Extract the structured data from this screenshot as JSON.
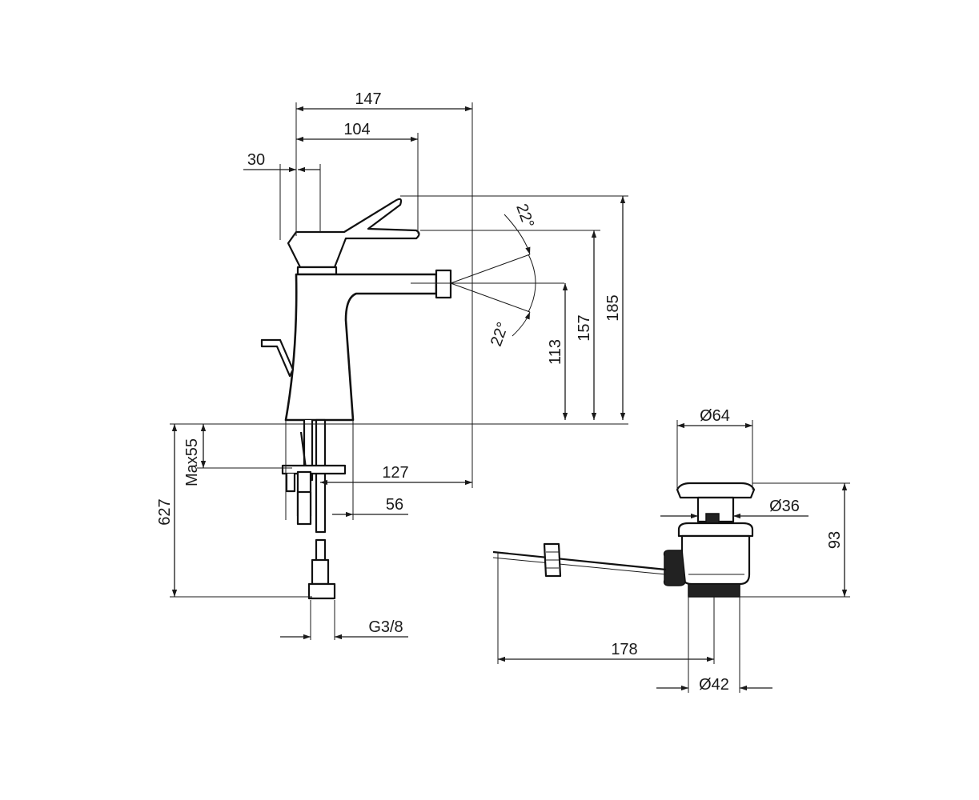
{
  "dimensions": {
    "d147": "147",
    "d104": "104",
    "d30": "30",
    "d22_top": "22°",
    "d22_bottom": "22°",
    "d113": "113",
    "d157": "157",
    "d185": "185",
    "dmax55": "Max55",
    "d627": "627",
    "d127": "127",
    "d56": "56",
    "dg38": "G3/8",
    "d64": "Ø64",
    "d36": "Ø36",
    "d93": "93",
    "d178": "178",
    "d42": "Ø42"
  },
  "colors": {
    "line": "#1a1a1a",
    "background": "#ffffff"
  }
}
